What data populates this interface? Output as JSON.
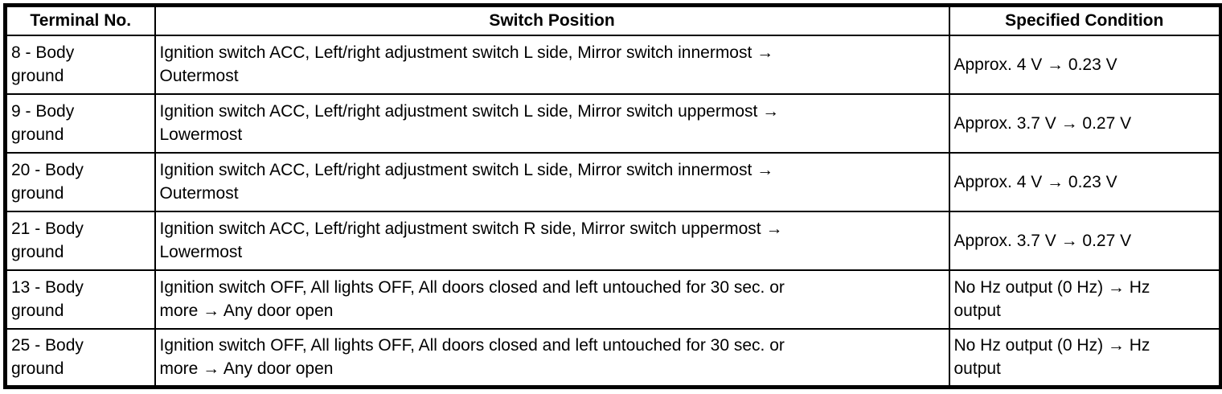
{
  "table": {
    "columns": [
      {
        "id": "terminal",
        "label": "Terminal No."
      },
      {
        "id": "switch_position",
        "label": "Switch Position"
      },
      {
        "id": "specified_condition",
        "label": "Specified Condition"
      }
    ],
    "rows": [
      {
        "terminal": "8 - Body\nground",
        "switch_position": "Ignition switch ACC, Left/right adjustment switch L side, Mirror switch innermost →\nOutermost",
        "specified_condition": "Approx. 4 V → 0.23 V"
      },
      {
        "terminal": "9 - Body\nground",
        "switch_position": "Ignition switch ACC, Left/right adjustment switch L side, Mirror switch uppermost →\nLowermost",
        "specified_condition": "Approx. 3.7 V → 0.27 V"
      },
      {
        "terminal": "20 - Body\nground",
        "switch_position": "Ignition switch ACC, Left/right adjustment switch L side, Mirror switch innermost →\nOutermost",
        "specified_condition": "Approx. 4 V → 0.23 V"
      },
      {
        "terminal": "21 - Body\nground",
        "switch_position": "Ignition switch ACC, Left/right adjustment switch R side, Mirror switch uppermost →\nLowermost",
        "specified_condition": "Approx. 3.7 V → 0.27 V"
      },
      {
        "terminal": "13 - Body\nground",
        "switch_position": "Ignition switch OFF, All lights OFF, All doors closed and left untouched for 30 sec. or\nmore → Any door open",
        "specified_condition": "No Hz output (0 Hz) → Hz\noutput"
      },
      {
        "terminal": "25 - Body\nground",
        "switch_position": "Ignition switch OFF, All lights OFF, All doors closed and left untouched for 30 sec. or\nmore → Any door open",
        "specified_condition": "No Hz output (0 Hz) → Hz\noutput"
      }
    ],
    "colors": {
      "border": "#000000",
      "text": "#000000",
      "background": "#ffffff"
    }
  }
}
